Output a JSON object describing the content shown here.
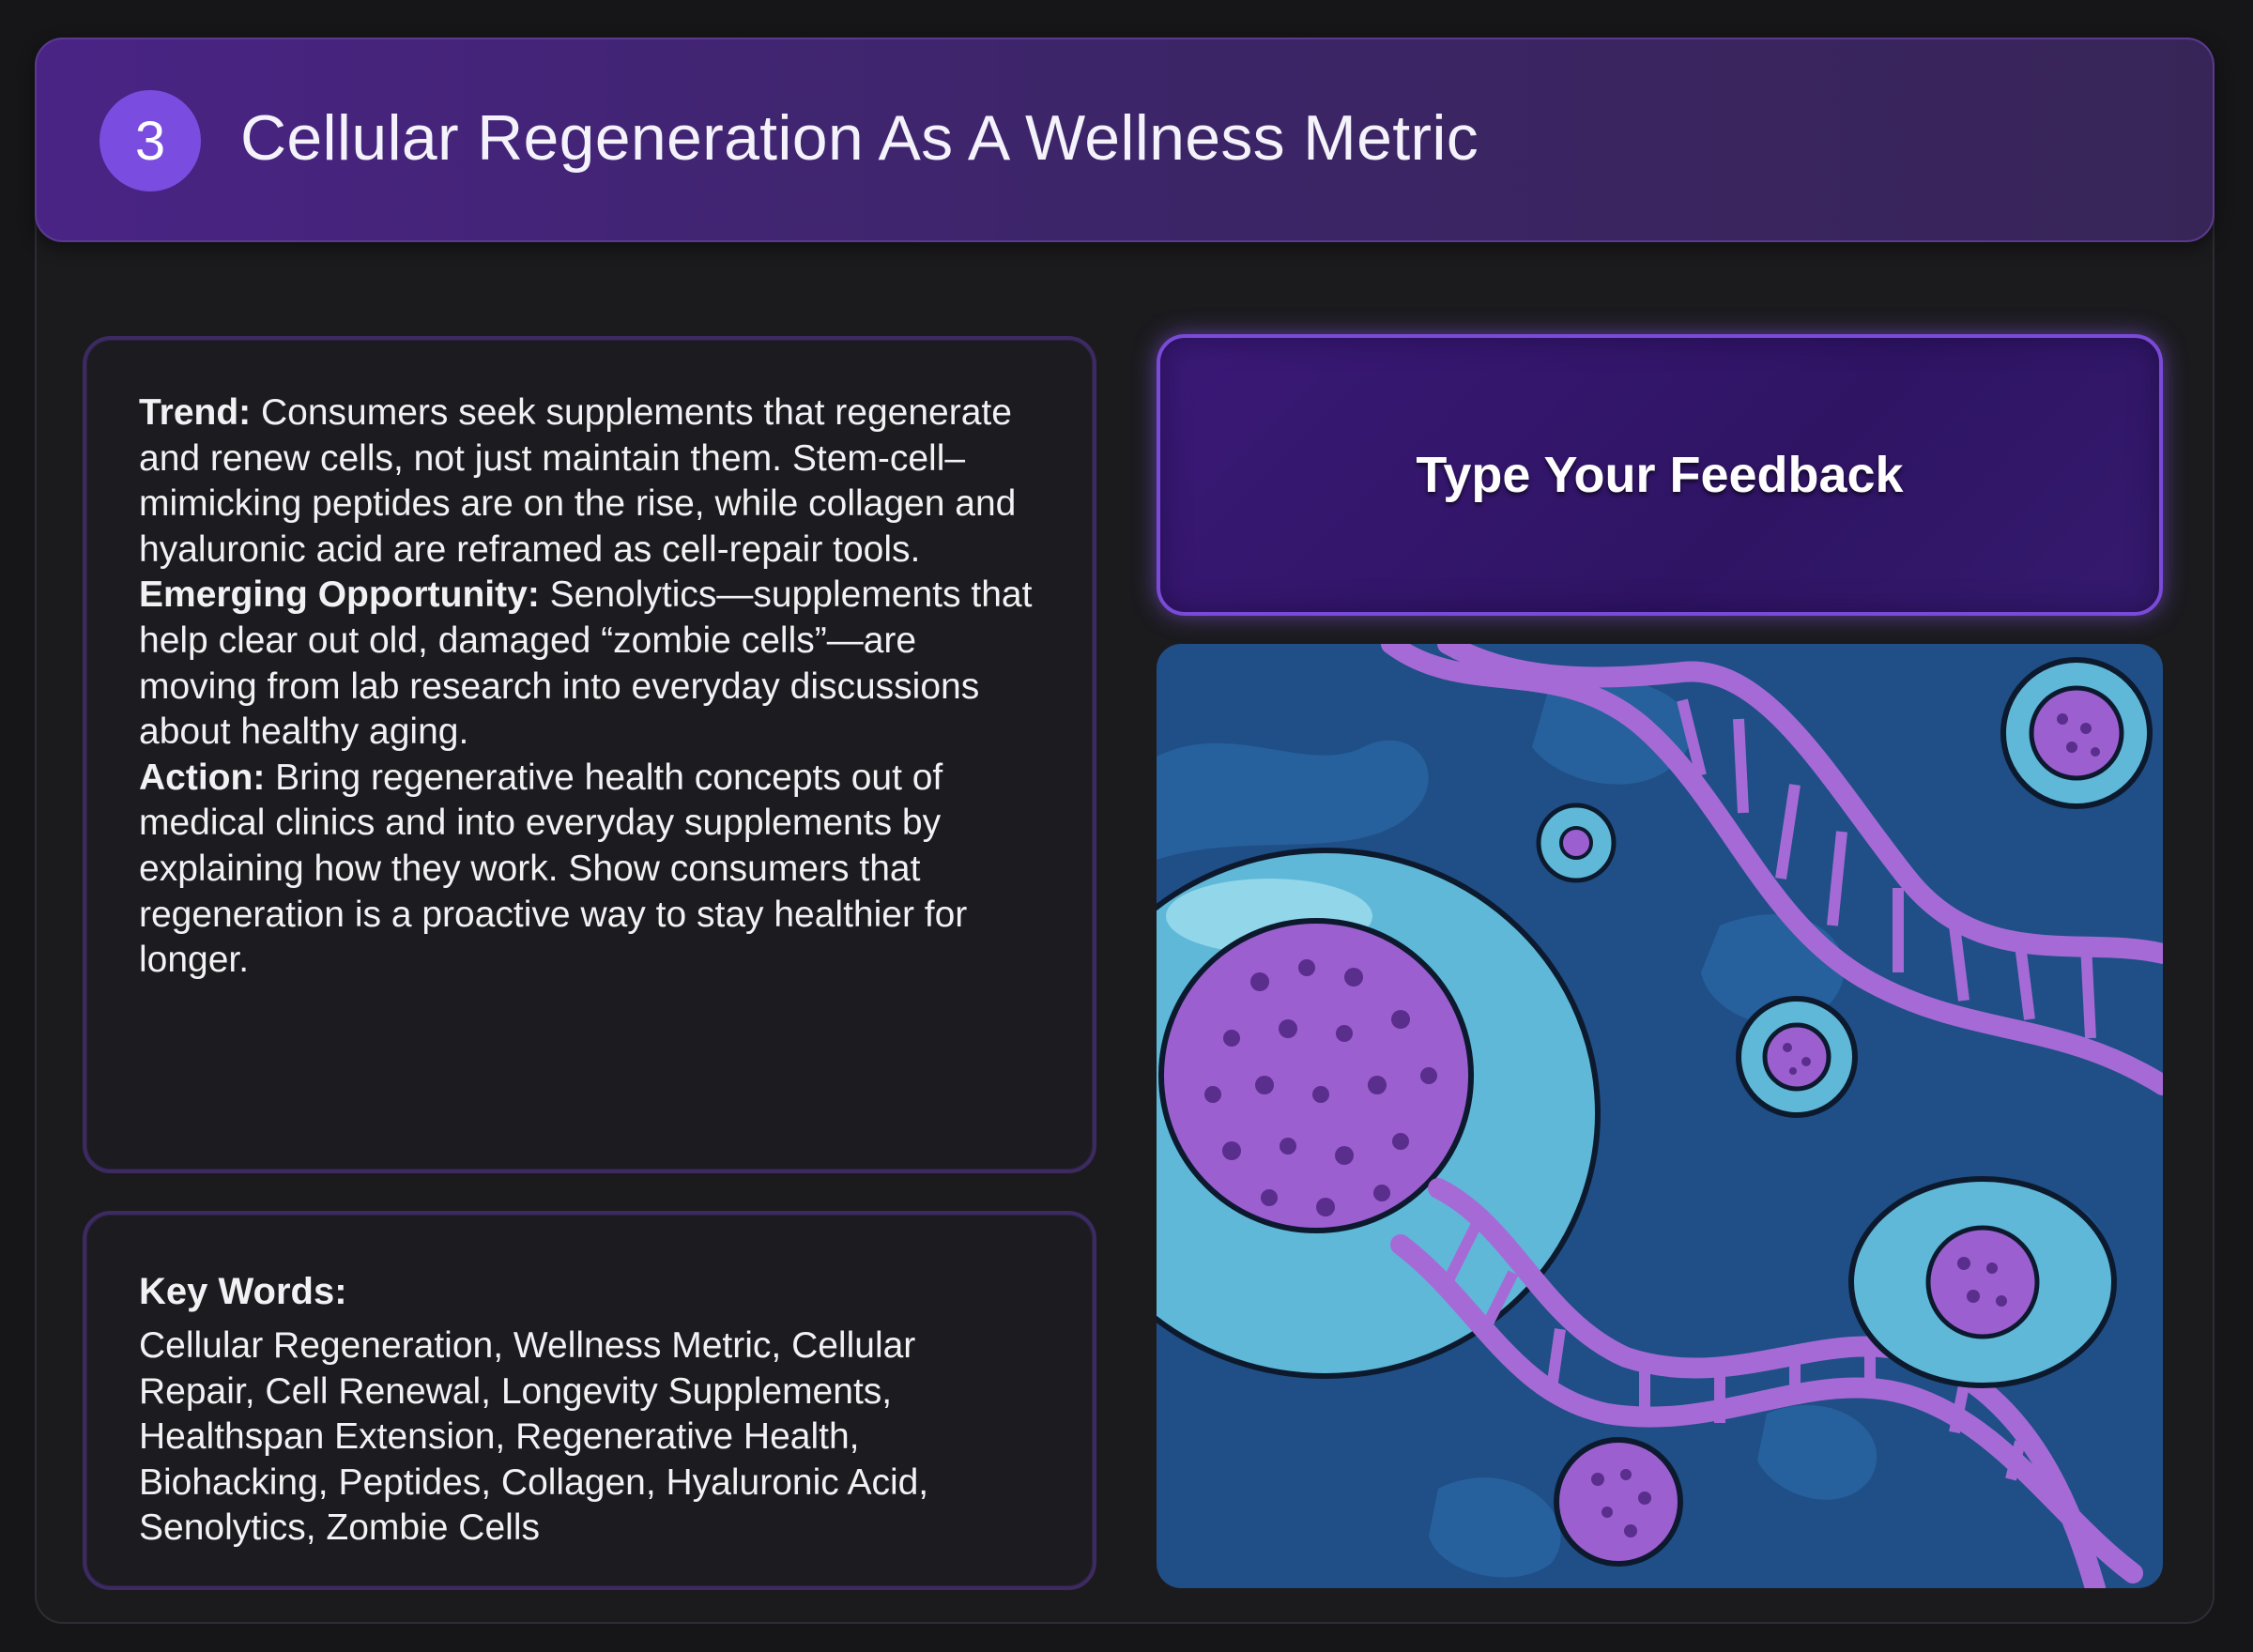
{
  "header": {
    "step_number": "3",
    "title": "Cellular Regeneration As A Wellness Metric"
  },
  "trend_card": {
    "trend_label": "Trend:",
    "trend_text": " Consumers seek supplements that regenerate and renew cells, not just maintain them. Stem-cell–mimicking peptides are on the rise, while collagen and hyaluronic acid are reframed as cell-repair tools.",
    "opportunity_label": "Emerging Opportunity:",
    "opportunity_text": " Senolytics—supplements that help clear out old, damaged “zombie cells”—are moving from lab research into everyday discussions about healthy aging.",
    "action_label": "Action:",
    "action_text": " Bring regenerative health concepts out of medical clinics and into everyday supplements by explaining how they work. Show consumers that regeneration is a proactive way to stay healthier for longer."
  },
  "keywords_card": {
    "heading": "Key Words:",
    "text": "Cellular Regeneration, Wellness Metric, Cellular Repair, Cell Renewal, Longevity Supplements, Healthspan Extension, Regenerative Health, Biohacking, Peptides, Collagen, Hyaluronic Acid, Senolytics, Zombie Cells"
  },
  "feedback": {
    "label": "Type Your Feedback"
  },
  "illustration": {
    "icon": "cells-dna-illustration"
  },
  "colors": {
    "background": "#161618",
    "header_purple": "#4a2485",
    "badge_purple": "#7b4ce0",
    "card_border": "#3d2a62",
    "feedback_bg": "#3a1976",
    "feedback_border": "#7a4ad8",
    "illustration_bg": "#1f4f86",
    "cell_membrane": "#5fb8d8",
    "nucleus": "#9b5fd0",
    "dna": "#a66ad6"
  }
}
